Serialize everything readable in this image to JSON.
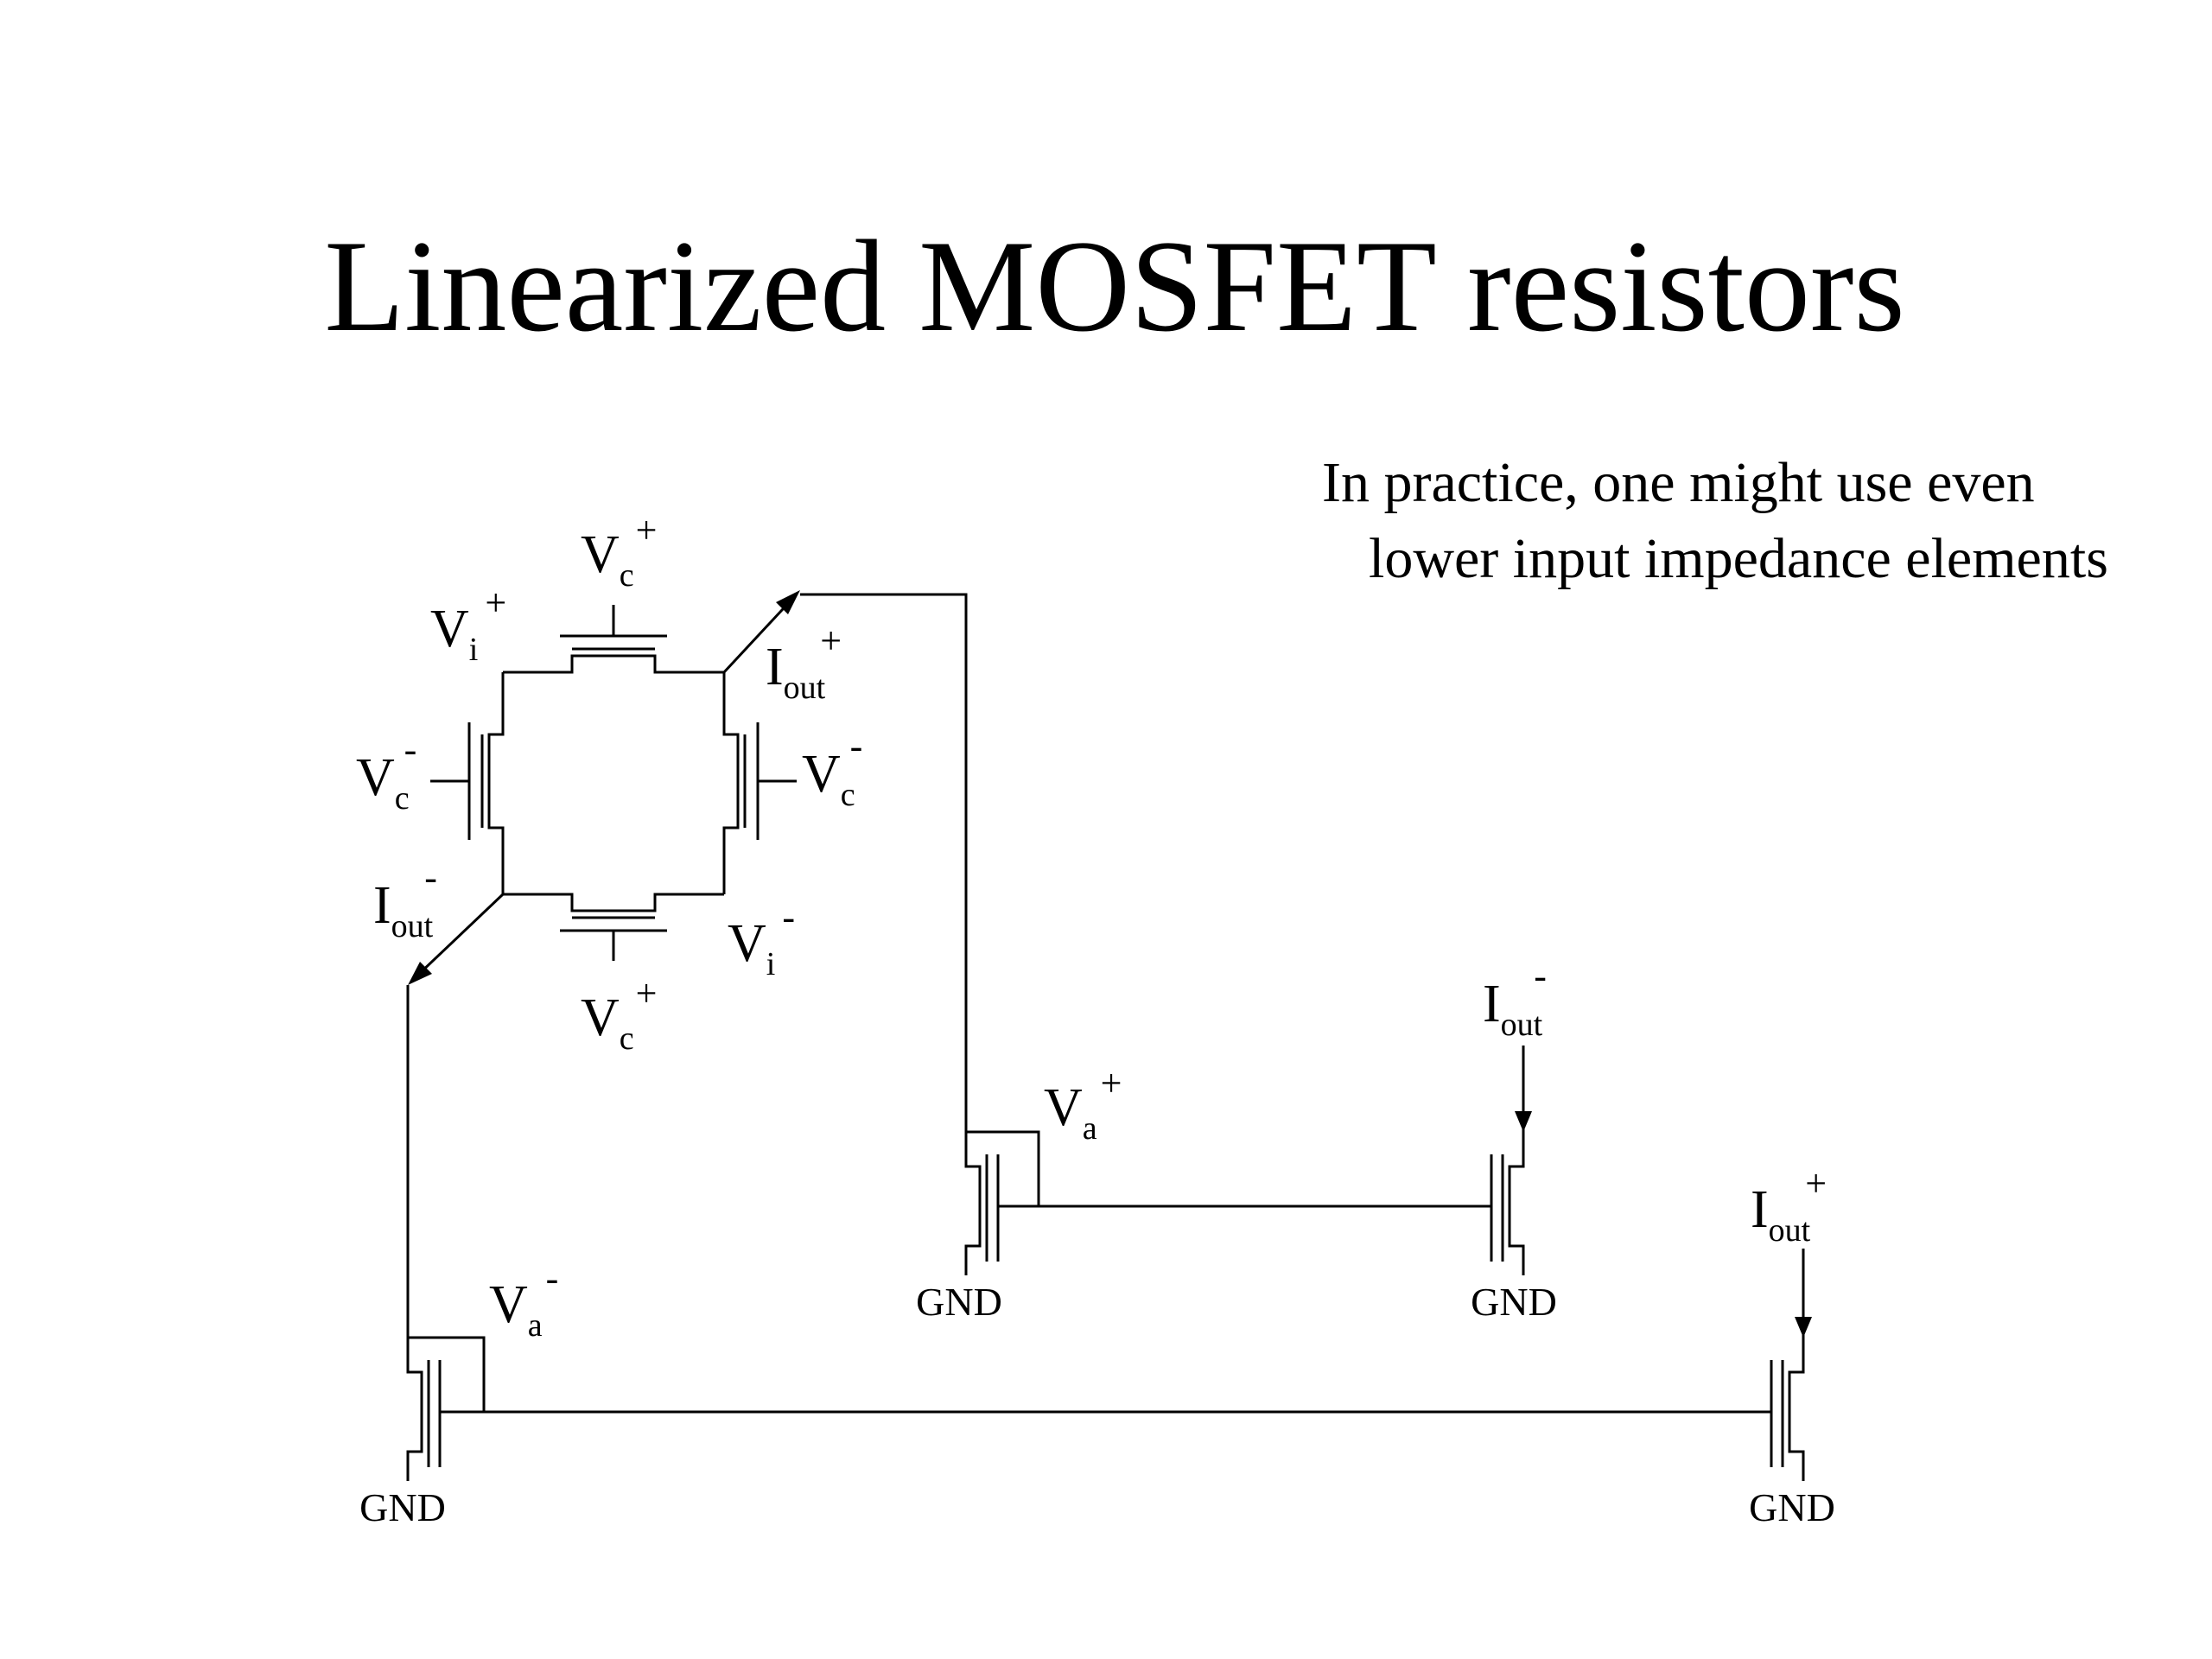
{
  "slide": {
    "title": "Linearized MOSFET resistors",
    "note_line1": "In practice, one might use even",
    "note_line2": "lower input impedance elements"
  },
  "labels": {
    "vc_top": {
      "base": "V",
      "sub": "c",
      "sup": "+"
    },
    "vi_plus": {
      "base": "V",
      "sub": "i",
      "sup": "+"
    },
    "iout_plus": {
      "base": "I",
      "sub": "out",
      "sup": "+"
    },
    "vc_left": {
      "base": "V",
      "sub": "c",
      "sup": "-"
    },
    "vc_right": {
      "base": "V",
      "sub": "c",
      "sup": "-"
    },
    "iout_minus": {
      "base": "I",
      "sub": "out",
      "sup": "-"
    },
    "vi_minus": {
      "base": "V",
      "sub": "i",
      "sup": "-"
    },
    "vc_bottom": {
      "base": "V",
      "sub": "c",
      "sup": "+"
    },
    "va_plus": {
      "base": "V",
      "sub": "a",
      "sup": "+"
    },
    "iout_minus_2": {
      "base": "I",
      "sub": "out",
      "sup": "-"
    },
    "va_minus": {
      "base": "V",
      "sub": "a",
      "sup": "-"
    },
    "iout_plus_2": {
      "base": "I",
      "sub": "out",
      "sup": "+"
    }
  },
  "ground_label": "GND"
}
